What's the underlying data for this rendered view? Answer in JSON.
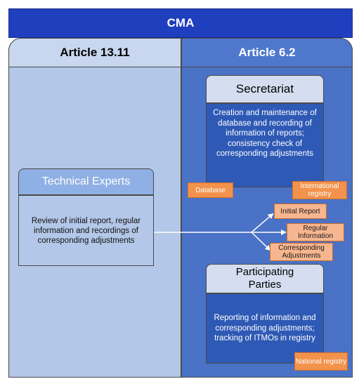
{
  "header": {
    "title": "CMA"
  },
  "columns": {
    "left": {
      "title": "Article 13.11"
    },
    "right": {
      "title": "Article 6.2"
    }
  },
  "technical_experts": {
    "title": "Technical Experts",
    "description": "Review of initial report, regular information and recordings of corresponding adjustments"
  },
  "secretariat": {
    "title": "Secretariat",
    "description": "Creation and maintenance of database and recording of information of reports; consistency check of corresponding adjustments"
  },
  "participating_parties": {
    "title_line1": "Participating",
    "title_line2": "Parties",
    "description": "Reporting of information and corresponding adjustments; tracking of ITMOs in registry"
  },
  "tags": {
    "database": "Database",
    "international_registry": "International registry",
    "initial_report": "Initial Report",
    "regular_information": "Regular Information",
    "corresponding_adjustments": "Corresponding Adjustments",
    "national_registry": "National registry"
  },
  "colors": {
    "header": "#1f3fbf",
    "left_column": "#b3c7e8",
    "right_column": "#4a72c6",
    "box_body": "#2e59b5",
    "tag": "#f2924b",
    "tag_light": "#f7b690",
    "arrow": "#ffffff"
  }
}
